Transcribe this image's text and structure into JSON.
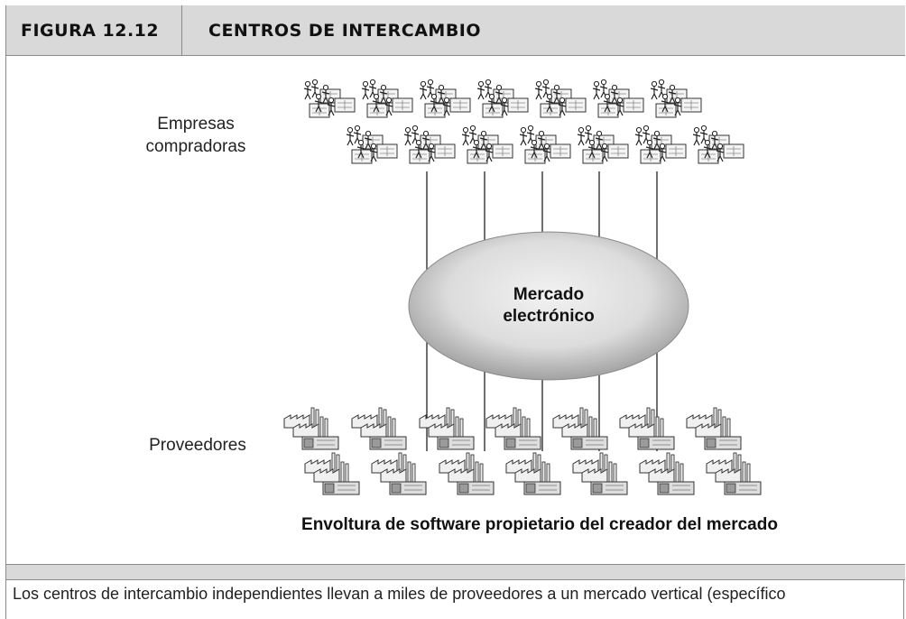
{
  "figure": {
    "label": "FIGURA 12.12",
    "title": "CENTROS DE INTERCAMBIO"
  },
  "diagram": {
    "buyers_label_line1": "Empresas",
    "buyers_label_line2": "compradoras",
    "hub_label_line1": "Mercado",
    "hub_label_line2": "electrónico",
    "suppliers_label": "Proveedores",
    "wrapper_label": "Envoltura de software propietario del creador del mercado",
    "buyer_icon": "buyer-group-icon",
    "supplier_icon": "factory-icon",
    "buyer_rows": [
      7,
      7
    ],
    "supplier_rows": [
      7,
      7
    ],
    "connector_count": 5
  },
  "caption": {
    "text": "Los centros de intercambio independientes llevan a miles de proveedores a un mercado vertical (específico"
  },
  "colors": {
    "header_bg": "#d9d9d9",
    "border": "#8a8a8a",
    "hub_fill": "#d4d4d4",
    "text": "#111111"
  }
}
